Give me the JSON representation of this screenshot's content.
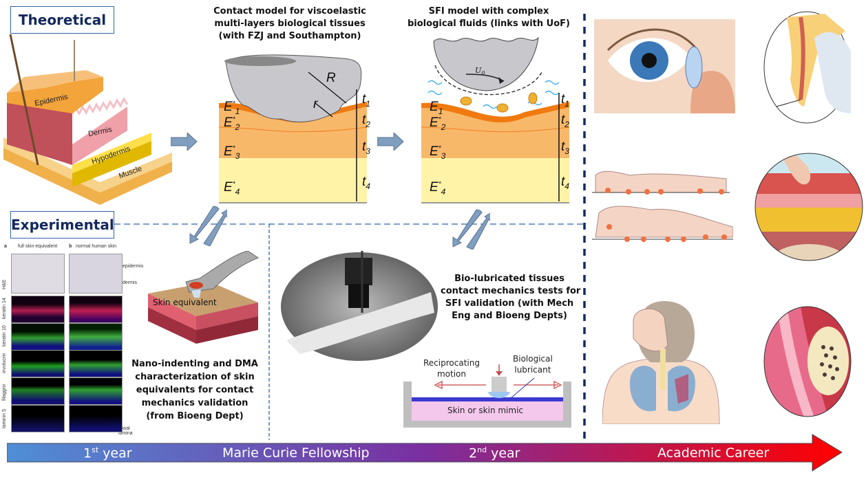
{
  "sections": {
    "theoretical_label": "Theoretical",
    "experimental_label": "Experimental"
  },
  "skin_layers_diagram": {
    "layers": [
      "Epidermis",
      "Dermis",
      "Hypodermis",
      "Muscle"
    ]
  },
  "contact_model": {
    "caption_lines": [
      "Contact model for viscoelastic",
      "multi-layers biological tissues",
      "(with FZJ and Southampton)"
    ],
    "radius_labels": [
      "R",
      "r"
    ],
    "moduli": [
      "E",
      "E",
      "E",
      "E"
    ],
    "modulus_subscripts": [
      "1",
      "2",
      "3",
      "4"
    ],
    "thickness": [
      "t",
      "t",
      "t",
      "t"
    ],
    "star": "*"
  },
  "sfi_model": {
    "caption_lines": [
      "SFI model with complex",
      "biological fluids (links with UoF)"
    ],
    "velocity_label": "U",
    "velocity_sub": "0"
  },
  "histology": {
    "column_a_letter": "a",
    "column_a_title": "full skin equivalent",
    "column_b_letter": "b",
    "column_b_title": "normal human skin",
    "row_labels": [
      "H&E",
      "keratin 14",
      "keratin 10",
      "involucrin",
      "filaggrin",
      "laminin 5"
    ],
    "side_labels": [
      "epidermis",
      "dermis",
      "basal lamina"
    ]
  },
  "nanoindent": {
    "sample_label": "Skin equivalent",
    "caption_lines": [
      "Nano-indenting and DMA",
      "characterization of skin",
      "equivalents for contact",
      "mechanics validation",
      "(from Bioeng Dept)"
    ]
  },
  "biolubrication": {
    "caption_lines": [
      "Bio-lubricated tissues",
      "contact mechanics tests for",
      "SFI validation (with Mech",
      "Eng and Bioeng Depts)"
    ],
    "motion_label_lines": [
      "Reciprocating",
      "motion"
    ],
    "lubricant_label_lines": [
      "Biological",
      "lubricant"
    ],
    "substrate_label": "Skin or skin mimic"
  },
  "applications": [
    "eye-contact-lens",
    "eyelid-cross-section",
    "pressure-points-body",
    "skin-pressure-cross-section",
    "respiratory-system",
    "bone-muscle-cross-section"
  ],
  "timeline": {
    "year1_num": "1",
    "year1_sup": "st",
    "year1_word": " year",
    "program": "Marie Curie Fellowship",
    "year2_num": "2",
    "year2_sup": "nd",
    "year2_word": " year",
    "career": "Academic Career",
    "colors": {
      "start": "#4f8fd6",
      "mid": "#7a2fa0",
      "end": "#ff0000"
    }
  }
}
